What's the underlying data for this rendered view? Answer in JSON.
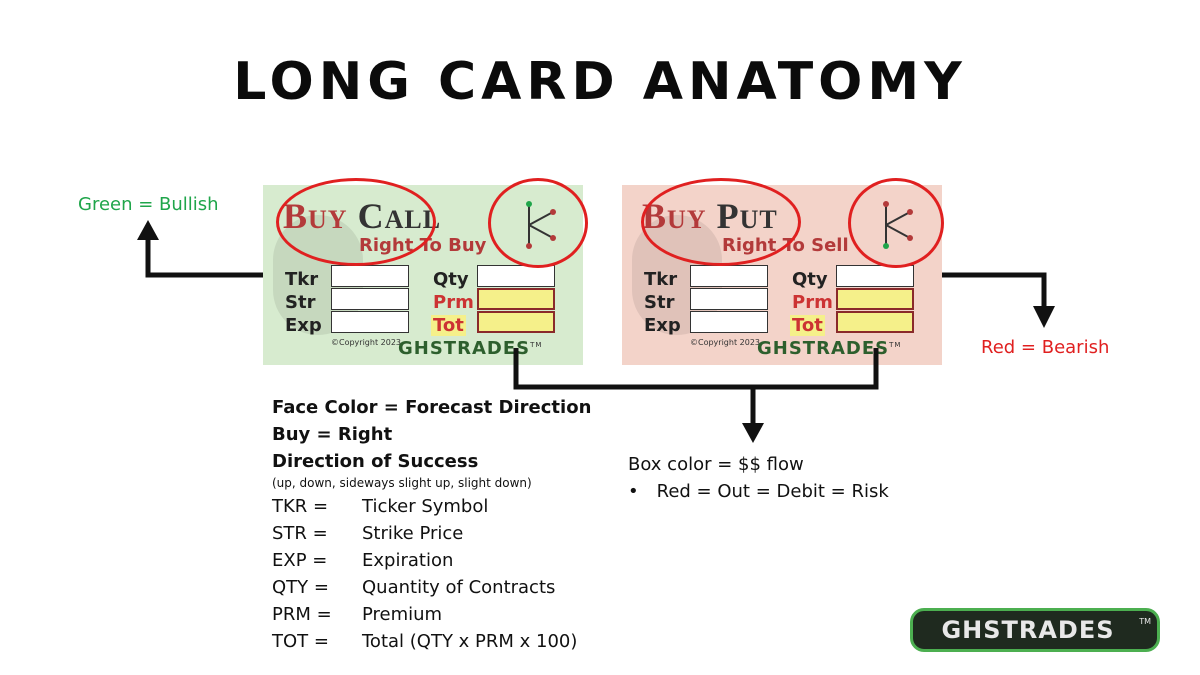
{
  "title": "LONG CARD ANATOMY",
  "side_labels": {
    "green": "Green = Bullish",
    "red": "Red = Bearish"
  },
  "cards": {
    "call": {
      "head_prefix": "B",
      "head_mid": "UY",
      "head_cap": "C",
      "head_rest": "ALL",
      "subtitle": "Right To Buy",
      "labels": {
        "tkr": "Tkr",
        "str": "Str",
        "exp": "Exp",
        "qty": "Qty",
        "prm": "Prm",
        "tot": "Tot"
      },
      "copyright": "©Copyright 2023",
      "brand": "GHSTRADES",
      "tm": "TM",
      "background": "#d7ebcf"
    },
    "put": {
      "head_prefix": "B",
      "head_mid": "UY",
      "head_cap": "P",
      "head_rest": "UT",
      "subtitle": "Right To Sell",
      "labels": {
        "tkr": "Tkr",
        "str": "Str",
        "exp": "Exp",
        "qty": "Qty",
        "prm": "Prm",
        "tot": "Tot"
      },
      "copyright": "©Copyright 2023",
      "brand": "GHSTRADES",
      "tm": "TM",
      "background": "#f3d3c9"
    }
  },
  "legend": {
    "face_color": "Face Color = Forecast Direction",
    "buy": "Buy = Right",
    "direction": "Direction of Success",
    "direction_note": "(up, down, sideways slight up, slight down)"
  },
  "definitions": [
    {
      "key": "TKR =",
      "value": "Ticker Symbol"
    },
    {
      "key": "STR =",
      "value": "Strike Price"
    },
    {
      "key": "EXP =",
      "value": "Expiration"
    },
    {
      "key": "QTY =",
      "value": "Quantity of Contracts"
    },
    {
      "key": "PRM =",
      "value": "Premium"
    },
    {
      "key": "TOT =",
      "value": "Total (QTY x PRM x 100)"
    }
  ],
  "box_color": {
    "title": "Box color = $$ flow",
    "bullet": "•",
    "item": "Red = Out = Debit = Risk"
  },
  "logo": {
    "text": "GHSTRADES",
    "tm": "TM"
  },
  "colors": {
    "bullish": "#1fa54a",
    "bearish": "#e02020",
    "highlight": "#f5f08a"
  }
}
